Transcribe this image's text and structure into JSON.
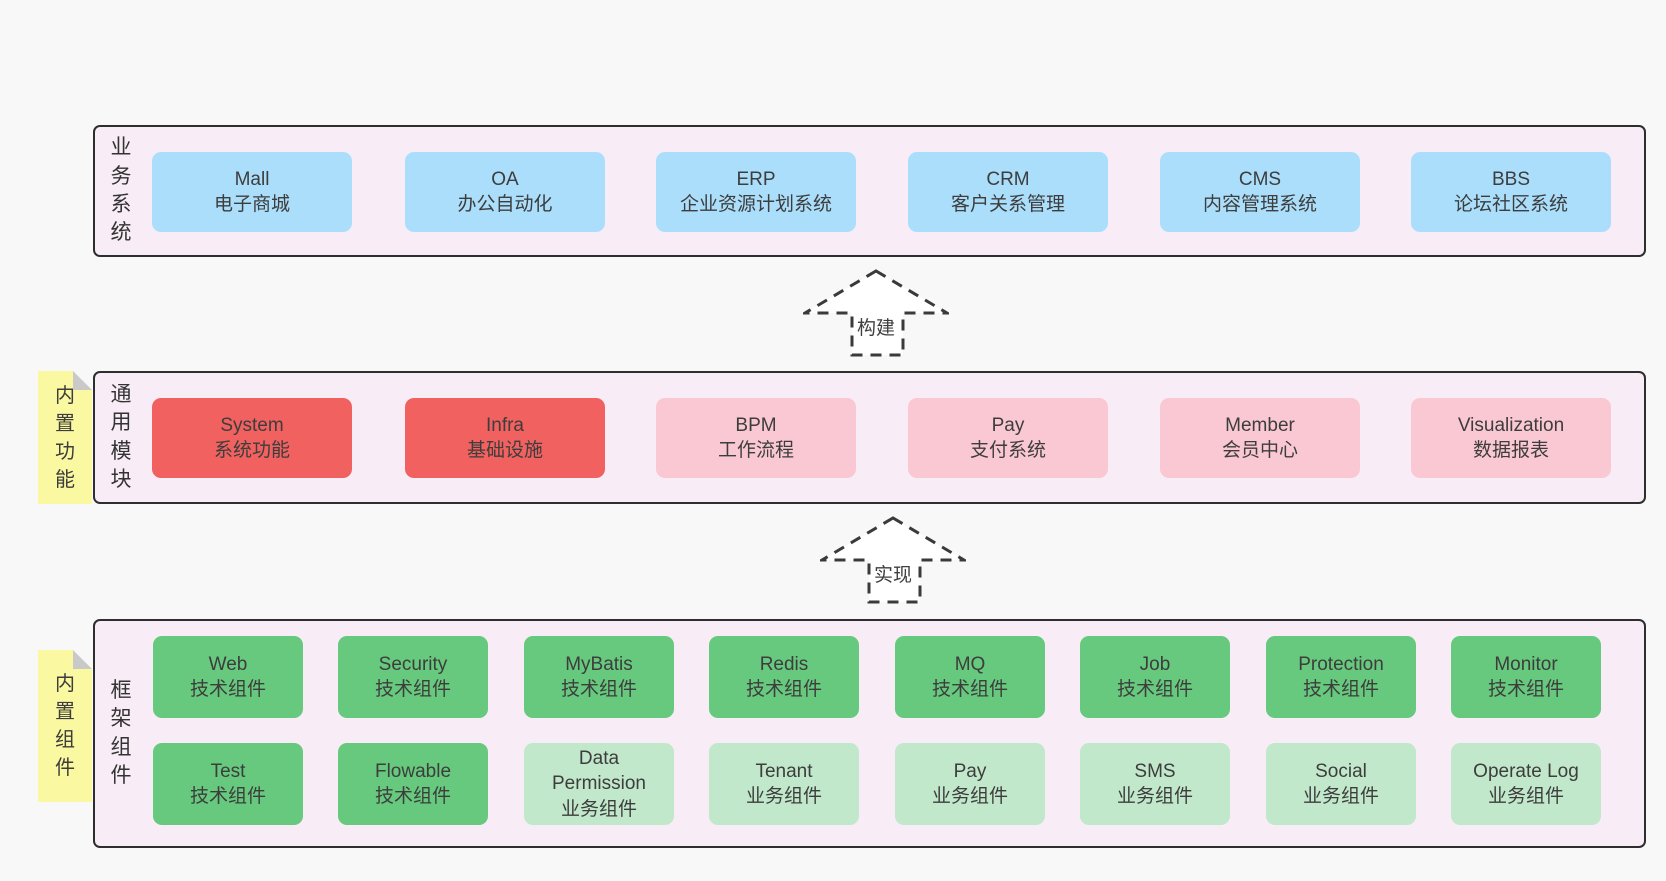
{
  "colors": {
    "page_bg": "#f8f8f8",
    "panel_bg": "#f8edf6",
    "panel_border": "#2e2e2e",
    "blue": "#abdefa",
    "red": "#f0615f",
    "pink": "#fac8d3",
    "green_dark": "#66c97d",
    "green_light": "#c1e8cb",
    "note_yellow": "#faf8a0",
    "note_fold": "#c9c9c9",
    "arrow_stroke": "#3a3a3a",
    "text": "#3d3d3d"
  },
  "sections": [
    {
      "label": "业务系统",
      "boxes": [
        {
          "en": "Mall",
          "zh": "电子商城"
        },
        {
          "en": "OA",
          "zh": "办公自动化"
        },
        {
          "en": "ERP",
          "zh": "企业资源计划系统"
        },
        {
          "en": "CRM",
          "zh": "客户关系管理"
        },
        {
          "en": "CMS",
          "zh": "内容管理系统"
        },
        {
          "en": "BBS",
          "zh": "论坛社区系统"
        }
      ]
    },
    {
      "label": "通用模块",
      "note": "内置功能",
      "boxes": [
        {
          "en": "System",
          "zh": "系统功能"
        },
        {
          "en": "Infra",
          "zh": "基础设施"
        },
        {
          "en": "BPM",
          "zh": "工作流程"
        },
        {
          "en": "Pay",
          "zh": "支付系统"
        },
        {
          "en": "Member",
          "zh": "会员中心"
        },
        {
          "en": "Visualization",
          "zh": "数据报表"
        }
      ]
    },
    {
      "label": "框架组件",
      "note": "内置组件",
      "row1": [
        {
          "en": "Web",
          "zh": "技术组件"
        },
        {
          "en": "Security",
          "zh": "技术组件"
        },
        {
          "en": "MyBatis",
          "zh": "技术组件"
        },
        {
          "en": "Redis",
          "zh": "技术组件"
        },
        {
          "en": "MQ",
          "zh": "技术组件"
        },
        {
          "en": "Job",
          "zh": "技术组件"
        },
        {
          "en": "Protection",
          "zh": "技术组件"
        },
        {
          "en": "Monitor",
          "zh": "技术组件"
        }
      ],
      "row2": [
        {
          "en": "Test",
          "zh": "技术组件"
        },
        {
          "en": "Flowable",
          "zh": "技术组件"
        },
        {
          "en": "Data Permission",
          "zh": "业务组件"
        },
        {
          "en": "Tenant",
          "zh": "业务组件"
        },
        {
          "en": "Pay",
          "zh": "业务组件"
        },
        {
          "en": "SMS",
          "zh": "业务组件"
        },
        {
          "en": "Social",
          "zh": "业务组件"
        },
        {
          "en": "Operate Log",
          "zh": "业务组件"
        }
      ]
    }
  ],
  "arrows": [
    {
      "label": "构建"
    },
    {
      "label": "实现"
    }
  ]
}
